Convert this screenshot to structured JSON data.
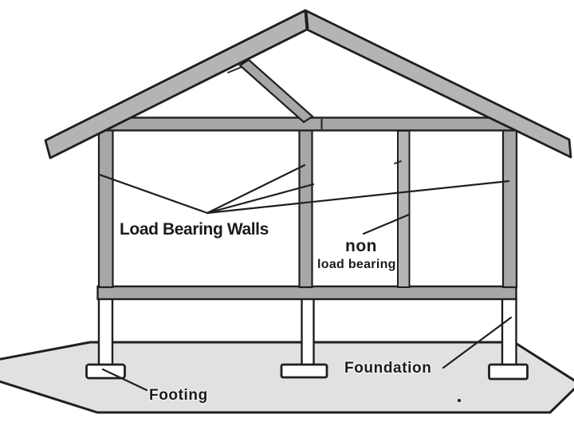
{
  "title": "House framing cross-section diagram",
  "colors": {
    "background": "#ffffff",
    "outline": "#1f1f1f",
    "text": "#1b1b1b",
    "wall_fill": "#a7a7a7",
    "roof_fill": "#b4b4b4",
    "nonbearing_fill": "#b5b5b5",
    "ground_fill": "#e1e1e1",
    "post_fill": "#ffffff"
  },
  "labels": {
    "load_bearing_walls": "Load Bearing Walls",
    "non": "non",
    "non_sub": "load bearing",
    "foundation": "Foundation",
    "footing": "Footing"
  },
  "diagram": {
    "type": "house structural cross-section",
    "components": [
      {
        "name": "roof-left-slope",
        "kind": "roof beam"
      },
      {
        "name": "roof-right-slope",
        "kind": "roof beam"
      },
      {
        "name": "roof-strut",
        "kind": "diagonal brace under left roof slope"
      },
      {
        "name": "ceiling-beam",
        "kind": "horizontal top plate beam"
      },
      {
        "name": "left-wall",
        "kind": "load bearing wall"
      },
      {
        "name": "center-wall",
        "kind": "load bearing wall"
      },
      {
        "name": "right-wall",
        "kind": "load bearing wall"
      },
      {
        "name": "partition-wall",
        "kind": "non load bearing wall"
      },
      {
        "name": "floor-beam",
        "kind": "horizontal floor beam"
      },
      {
        "name": "left-post",
        "kind": "foundation post"
      },
      {
        "name": "center-post",
        "kind": "foundation post"
      },
      {
        "name": "right-post",
        "kind": "foundation post"
      },
      {
        "name": "left-footing",
        "kind": "footing pad"
      },
      {
        "name": "center-footing",
        "kind": "footing pad"
      },
      {
        "name": "right-footing",
        "kind": "footing pad"
      },
      {
        "name": "ground",
        "kind": "soil mass"
      }
    ],
    "annotations": [
      {
        "label": "Load Bearing Walls",
        "points_to": [
          "left-wall",
          "center-wall",
          "right-wall"
        ],
        "pointer_lines": 4
      },
      {
        "label": "non load bearing",
        "points_to": [
          "partition-wall"
        ],
        "pointer_lines": 1
      },
      {
        "label": "Foundation",
        "points_to": [
          "right-post"
        ],
        "pointer_lines": 1
      },
      {
        "label": "Footing",
        "points_to": [
          "left-footing"
        ],
        "pointer_lines": 1
      }
    ]
  }
}
